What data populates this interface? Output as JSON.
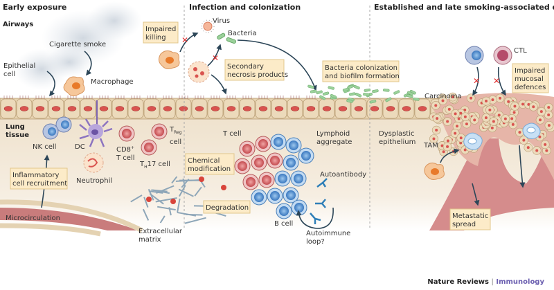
{
  "sections": {
    "early": "Early exposure",
    "infection": "Infection and colonization",
    "late": "Established and late smoking-associated disease"
  },
  "labels": {
    "airways": "Airways",
    "lung_tissue_1": "Lung",
    "lung_tissue_2": "tissue",
    "cigarette_smoke": "Cigarette smoke",
    "epithelial_1": "Epithelial",
    "epithelial_2": "cell",
    "macrophage": "Macrophage",
    "nk_cell": "NK cell",
    "dc": "DC",
    "cd8_1": "CD8",
    "cd8_sup": "+",
    "cd8_2": "T cell",
    "treg_t": "T",
    "treg_sub": "Reg",
    "treg_cell": "cell",
    "th17_t": "T",
    "th17_sub": "H",
    "th17_rest": "17 cell",
    "neutrophil": "Neutrophil",
    "microcirculation": "Microcirculation",
    "virus": "Virus",
    "bacteria": "Bacteria",
    "t_cell": "T cell",
    "b_cell": "B cell",
    "lymphoid_1": "Lymphoid",
    "lymphoid_2": "aggregate",
    "autoantibody": "Autoantibody",
    "autoimmune_1": "Autoimmune",
    "autoimmune_2": "loop?",
    "ecm_1": "Extracellular",
    "ecm_2": "matrix",
    "dysplastic_1": "Dysplastic",
    "dysplastic_2": "epithelium",
    "carcinoma": "Carcinoma",
    "ctl": "CTL",
    "tam": "TAM"
  },
  "boxes": {
    "inflammatory": [
      "Inflammatory",
      "cell recruitment"
    ],
    "impaired_killing": [
      "Impaired",
      "killing"
    ],
    "secondary_necrosis": [
      "Secondary",
      "necrosis products"
    ],
    "chemical_mod": [
      "Chemical",
      "modification"
    ],
    "degradation": [
      "Degradation"
    ],
    "biofilm": [
      "Bacteria colonization",
      "and biofilm formation"
    ],
    "impaired_mucosal": [
      "Impaired",
      "mucosal",
      "defences"
    ],
    "metastatic": [
      "Metastatic",
      "spread"
    ]
  },
  "footer": {
    "journal": "Nature Reviews",
    "separator": "|",
    "section": "Immunology"
  },
  "colors": {
    "epithelium": "#e9d6b5",
    "nucleus": "#d9534f",
    "tissue": "#f3e6d3",
    "vessel": "#d98a8a",
    "t_cell": "#d9686a",
    "b_cell": "#4f8fd0",
    "label_box": "#fcebc8",
    "bacteria": "#8cc98a",
    "block_x": "#e03030",
    "journal_accent": "#6b5fb0"
  }
}
